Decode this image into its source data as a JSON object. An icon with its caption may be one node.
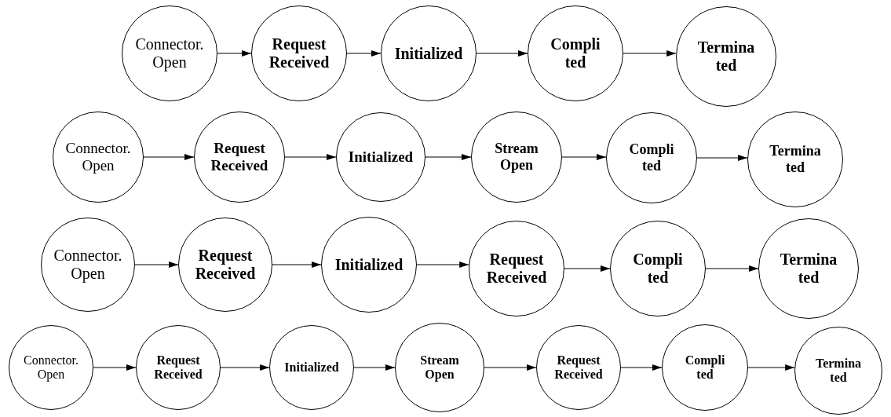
{
  "diagram": {
    "nodes": [
      {
        "text": [
          "Connector. Open"
        ]
      },
      {
        "text": [
          "Request Received"
        ]
      },
      {
        "text": [
          "Initialized"
        ]
      },
      {
        "text": [
          "Compli ted"
        ]
      },
      {
        "text": [
          "Termina ted"
        ]
      },
      {
        "text": [
          "Connector. Open"
        ]
      },
      {
        "text": [
          "Request Received"
        ]
      },
      {
        "text": [
          "Initialized"
        ]
      },
      {
        "text": [
          "Stream Open"
        ]
      },
      {
        "text": [
          "Compli ted"
        ]
      },
      {
        "text": [
          "Termina ted"
        ]
      },
      {
        "text": [
          "Connector. Open"
        ]
      },
      {
        "text": [
          "Request Received"
        ]
      },
      {
        "text": [
          "Initialized"
        ]
      },
      {
        "text": [
          "Request Received"
        ]
      },
      {
        "text": [
          "Compli ted"
        ]
      },
      {
        "text": [
          "Termina ted"
        ]
      },
      {
        "text": [
          "Connector. Open"
        ]
      },
      {
        "text": [
          "Request Received"
        ]
      },
      {
        "text": [
          "Initialized"
        ]
      },
      {
        "text": [
          "Stream Open"
        ]
      },
      {
        "text": [
          "Request Received"
        ]
      },
      {
        "text": [
          "Compli ted"
        ]
      },
      {
        "text": [
          "Termina ted"
        ]
      }
    ],
    "edges": [
      {
        "from": 0,
        "to": 1,
        "arrow": "to"
      },
      {
        "from": 1,
        "to": 2,
        "arrow": "to"
      },
      {
        "from": 2,
        "to": 3,
        "arrow": "to"
      },
      {
        "from": 3,
        "to": 4,
        "arrow": "to"
      },
      {
        "from": 5,
        "to": 6,
        "arrow": "to"
      },
      {
        "from": 6,
        "to": 7,
        "arrow": "to"
      },
      {
        "from": 7,
        "to": 8,
        "arrow": "to"
      },
      {
        "from": 8,
        "to": 9,
        "arrow": "to"
      },
      {
        "from": 9,
        "to": 10,
        "arrow": "to"
      },
      {
        "from": 11,
        "to": 12,
        "arrow": "to"
      },
      {
        "from": 12,
        "to": 13,
        "arrow": "to"
      },
      {
        "from": 13,
        "to": 14,
        "arrow": "to"
      },
      {
        "from": 14,
        "to": 15,
        "arrow": "to"
      },
      {
        "from": 15,
        "to": 16,
        "arrow": "to"
      },
      {
        "from": 17,
        "to": 18,
        "arrow": "to"
      },
      {
        "from": 18,
        "to": 19,
        "arrow": "to"
      },
      {
        "from": 19,
        "to": 20,
        "arrow": "to"
      },
      {
        "from": 20,
        "to": 21,
        "arrow": "to"
      },
      {
        "from": 21,
        "to": 22,
        "arrow": "to"
      },
      {
        "from": 22,
        "to": 23,
        "arrow": "to"
      }
    ]
  }
}
